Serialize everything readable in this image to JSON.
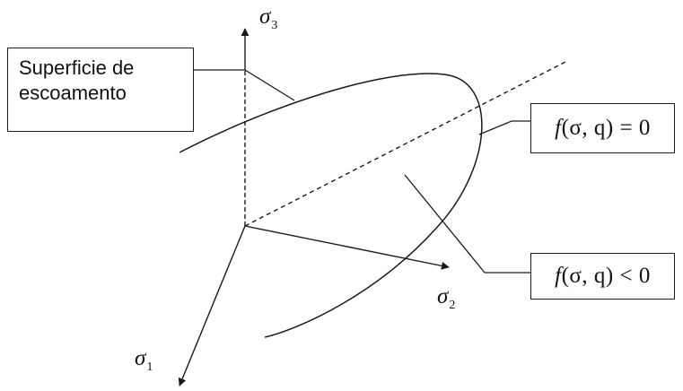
{
  "diagram": {
    "label_surface": "Superficie de\nescoamento",
    "eq_surface": {
      "func": "f",
      "args": "(σ, q)",
      "relation": " = 0"
    },
    "eq_inside": {
      "func": "f",
      "args": "(σ, q)",
      "relation": " < 0"
    },
    "axes": {
      "sigma3": {
        "symbol": "σ",
        "index": "3"
      },
      "sigma2": {
        "symbol": "σ",
        "index": "2"
      },
      "sigma1": {
        "symbol": "σ",
        "index": "1"
      }
    },
    "colors": {
      "line": "#1a1a1a",
      "background": "#ffffff"
    }
  }
}
